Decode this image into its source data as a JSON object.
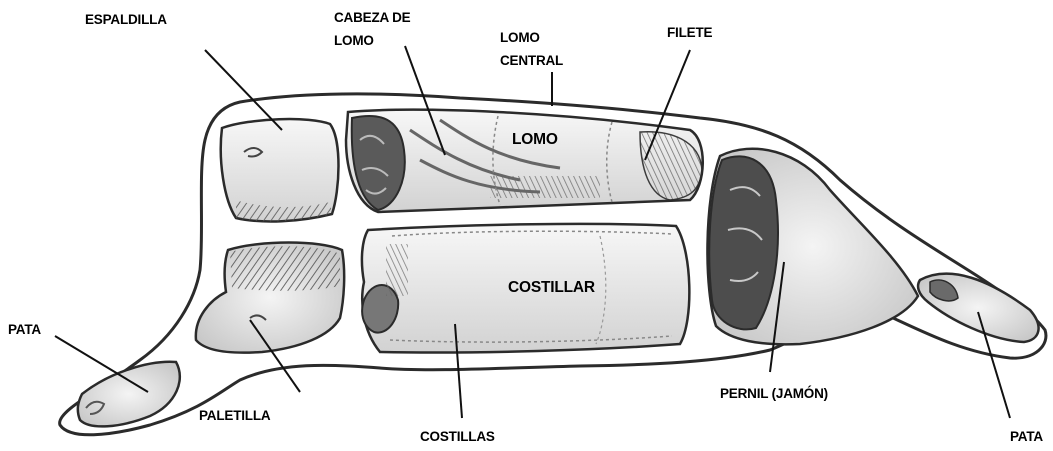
{
  "colors": {
    "outline": "#2b2b2b",
    "ink": "#3a3a3a",
    "meat_dark": "#4a4a4a",
    "meat_light": "#d9d9d9",
    "paper": "#ffffff"
  },
  "labels": {
    "espaldilla": "ESPALDILLA",
    "cabeza_line1": "CABEZA DE",
    "cabeza_line2": "LOMO",
    "lomo_central_line1": "LOMO",
    "lomo_central_line2": "CENTRAL",
    "filete": "FILETE",
    "lomo": "LOMO",
    "costillar": "COSTILLAR",
    "pata_left": "PATA",
    "paletilla": "PALETILLA",
    "costillas": "COSTILLAS",
    "pernil": "PERNIL (JAMÓN)",
    "pata_right": "PATA"
  }
}
